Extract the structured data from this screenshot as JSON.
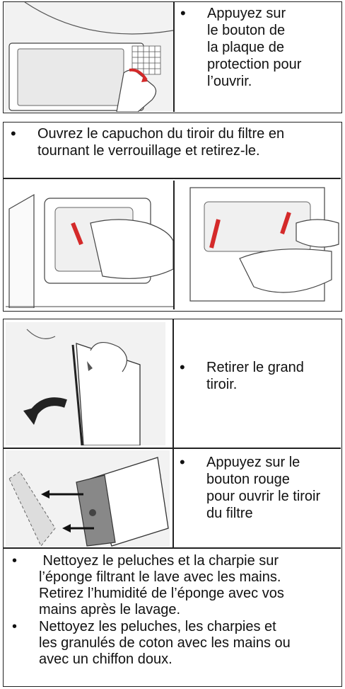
{
  "step1": {
    "bullet": "•",
    "text_lines": [
      "Appuyez sur",
      "le bouton de",
      "la plaque de",
      "protection pour",
      "l’ouvrir."
    ]
  },
  "step2": {
    "bullet": "•",
    "text_lines": [
      "Ouvrez le capuchon du tiroir du filtre en",
      "tournant le verrouillage et retirez-le."
    ]
  },
  "step3": {
    "bullet": "•",
    "text_lines": [
      "Retirer le grand",
      "tiroir."
    ]
  },
  "step4": {
    "bullet": "•",
    "text_lines": [
      "Appuyez sur le",
      "bouton rouge",
      "pour ouvrir le tiroir",
      "du filtre"
    ]
  },
  "step5": {
    "items": [
      {
        "bullet": "•",
        "lines": [
          " Nettoyez le peluches et la charpie sur",
          "l’éponge filtrant le lave avec les mains.",
          "Retirez l’humidité de l’éponge avec vos",
          "mains après le lavage."
        ]
      },
      {
        "bullet": "•",
        "lines": [
          "Nettoyez les peluches, les charpies et",
          "les granulés de coton avec les mains ou",
          "avec un chiffon doux."
        ]
      }
    ]
  },
  "colors": {
    "accent_red": "#d42a2a",
    "line": "#222222",
    "illustration_bg": "#f2f2f2"
  }
}
